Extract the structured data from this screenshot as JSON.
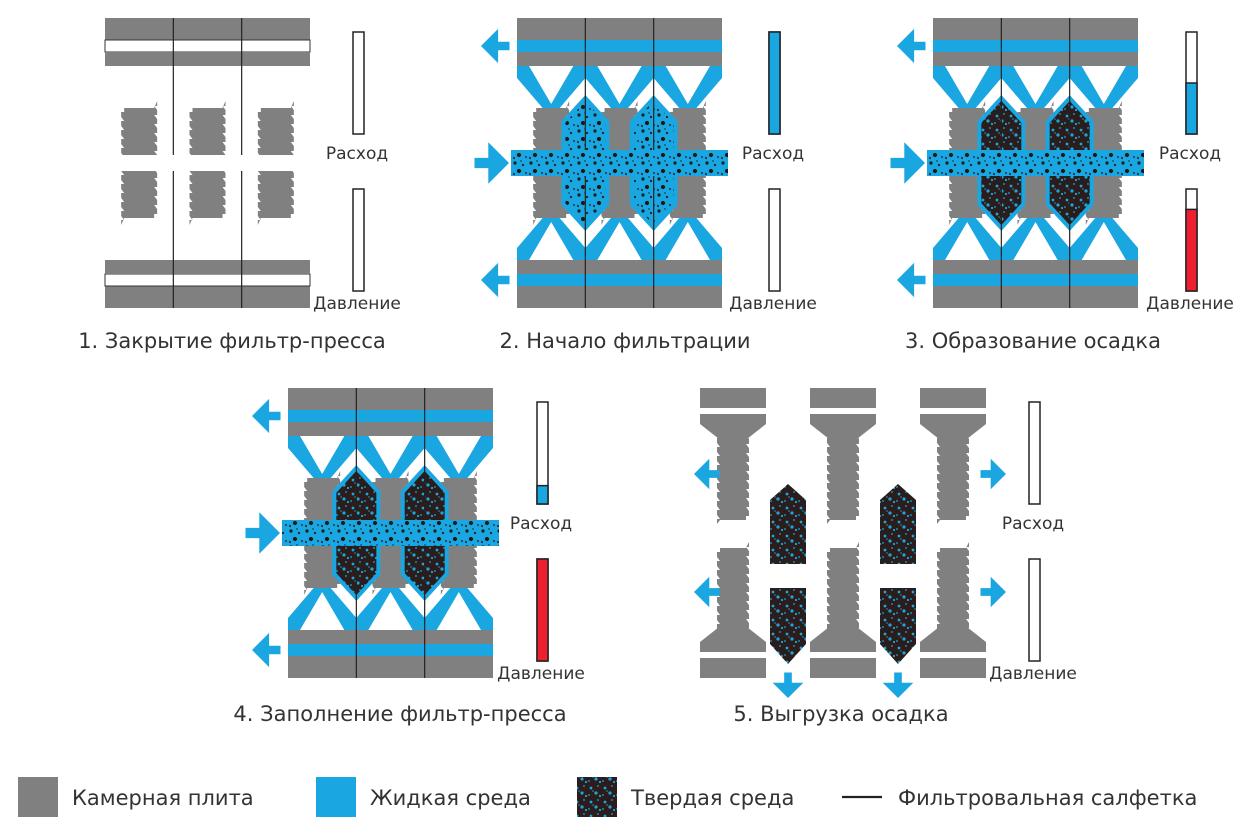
{
  "colors": {
    "plate": "#808080",
    "liquid": "#1aa6e0",
    "solid": "#2a1d1b",
    "pressure_fill": "#ee2030",
    "outline": "#222222"
  },
  "icons": {
    "inlet": "arrow-right-icon",
    "outlet": "arrow-left-icon",
    "discharge": "arrow-down-icon"
  },
  "stages": [
    {
      "caption": "1. Закрытие фильтр-пресса",
      "flow_label": "Расход",
      "pressure_label": "Давление",
      "flow_level": 0.0,
      "pressure_level": 0.0
    },
    {
      "caption": "2. Начало фильтрации",
      "flow_label": "Расход",
      "pressure_label": "Давление",
      "flow_level": 1.0,
      "pressure_level": 0.0
    },
    {
      "caption": "3. Образование осадка",
      "flow_label": "Расход",
      "pressure_label": "Давление",
      "flow_level": 0.5,
      "pressure_level": 0.8
    },
    {
      "caption": "4. Заполнение фильтр-пресса",
      "flow_label": "Расход",
      "pressure_label": "Давление",
      "flow_level": 0.18,
      "pressure_level": 1.0
    },
    {
      "caption": "5. Выгрузка осадка",
      "flow_label": "Расход",
      "pressure_label": "Давление",
      "flow_level": 0.0,
      "pressure_level": 0.0
    }
  ],
  "legend": [
    {
      "label": "Камерная плита",
      "swatch": "plate"
    },
    {
      "label": "Жидкая среда",
      "swatch": "liquid"
    },
    {
      "label": "Твердая среда",
      "swatch": "solid"
    },
    {
      "label": "Фильтровальная салфетка",
      "swatch": "cloth"
    }
  ]
}
